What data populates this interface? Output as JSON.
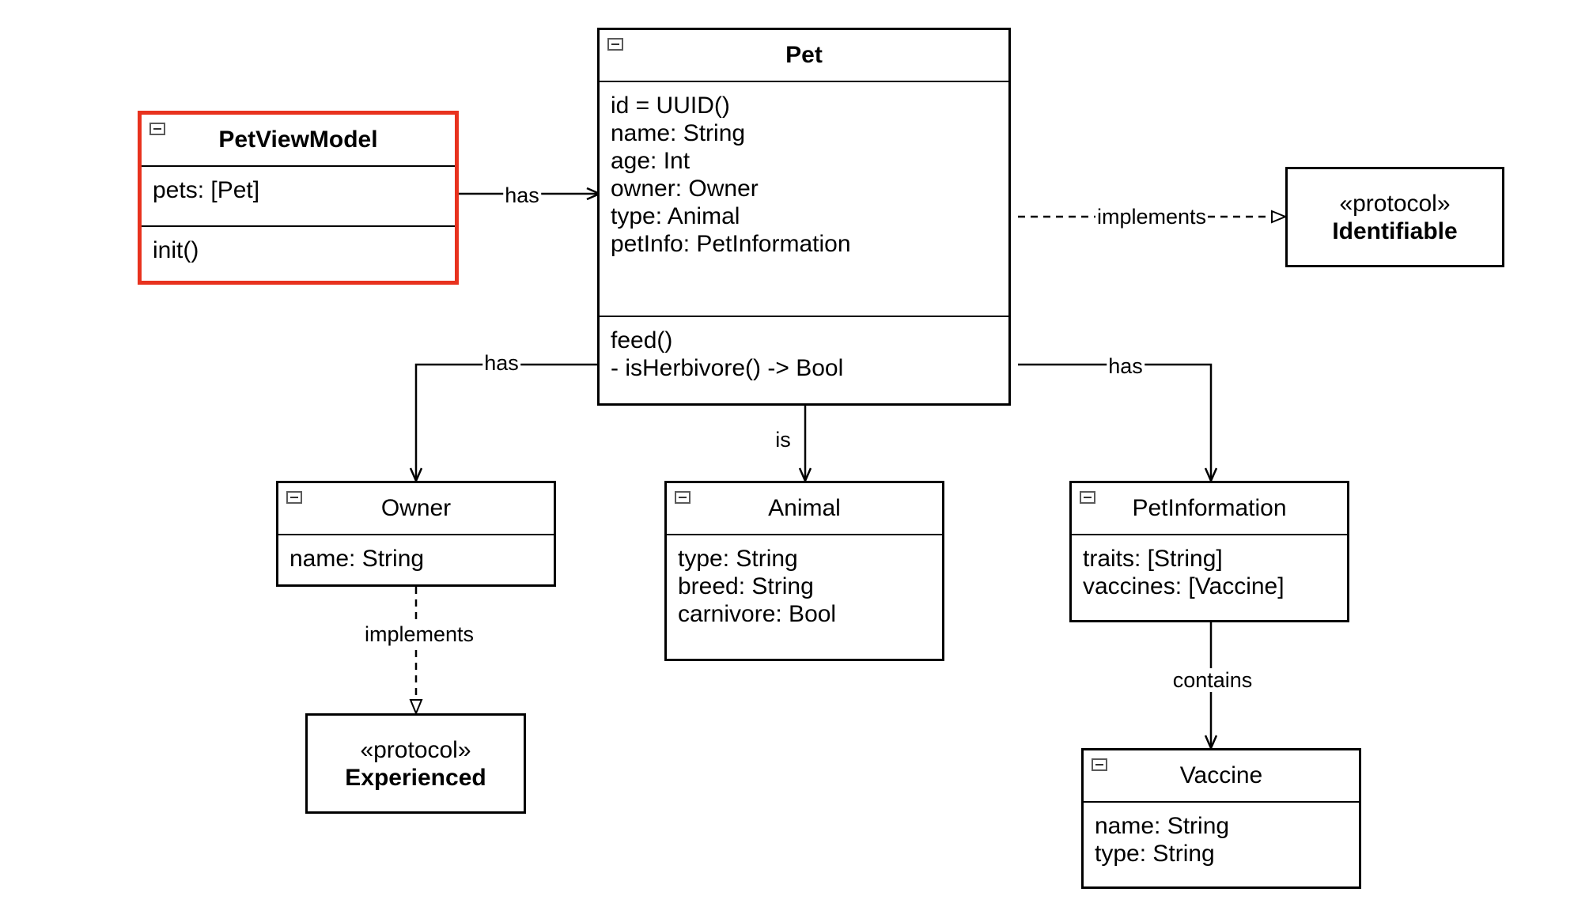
{
  "classes": {
    "petviewmodel": {
      "name": "PetViewModel",
      "attributes": [
        "pets: [Pet]"
      ],
      "methods": [
        "init()"
      ]
    },
    "pet": {
      "name": "Pet",
      "attributes": [
        "id = UUID()",
        "name: String",
        "age: Int",
        "owner: Owner",
        "type: Animal",
        "petInfo: PetInformation"
      ],
      "methods": [
        "feed()",
        "- isHerbivore() -> Bool"
      ]
    },
    "owner": {
      "name": "Owner",
      "attributes": [
        "name: String"
      ]
    },
    "animal": {
      "name": "Animal",
      "attributes": [
        "type: String",
        "breed: String",
        "carnivore: Bool"
      ]
    },
    "petinformation": {
      "name": "PetInformation",
      "attributes": [
        "traits: [String]",
        "vaccines: [Vaccine]"
      ]
    },
    "vaccine": {
      "name": "Vaccine",
      "attributes": [
        "name: String",
        "type: String"
      ]
    }
  },
  "protocols": {
    "identifiable": {
      "stereotype": "«protocol»",
      "name": "Identifiable"
    },
    "experienced": {
      "stereotype": "«protocol»",
      "name": "Experienced"
    }
  },
  "edges": {
    "viewmodel_pet": "has",
    "pet_identifiable": "implements",
    "pet_owner": "has",
    "pet_animal": "is",
    "pet_petinfo": "has",
    "owner_experienced": "implements",
    "petinfo_vaccine": "contains"
  },
  "colors": {
    "selection": "#e8321e",
    "stroke": "#000000"
  },
  "icons": {
    "collapse": "minus-square-icon"
  }
}
